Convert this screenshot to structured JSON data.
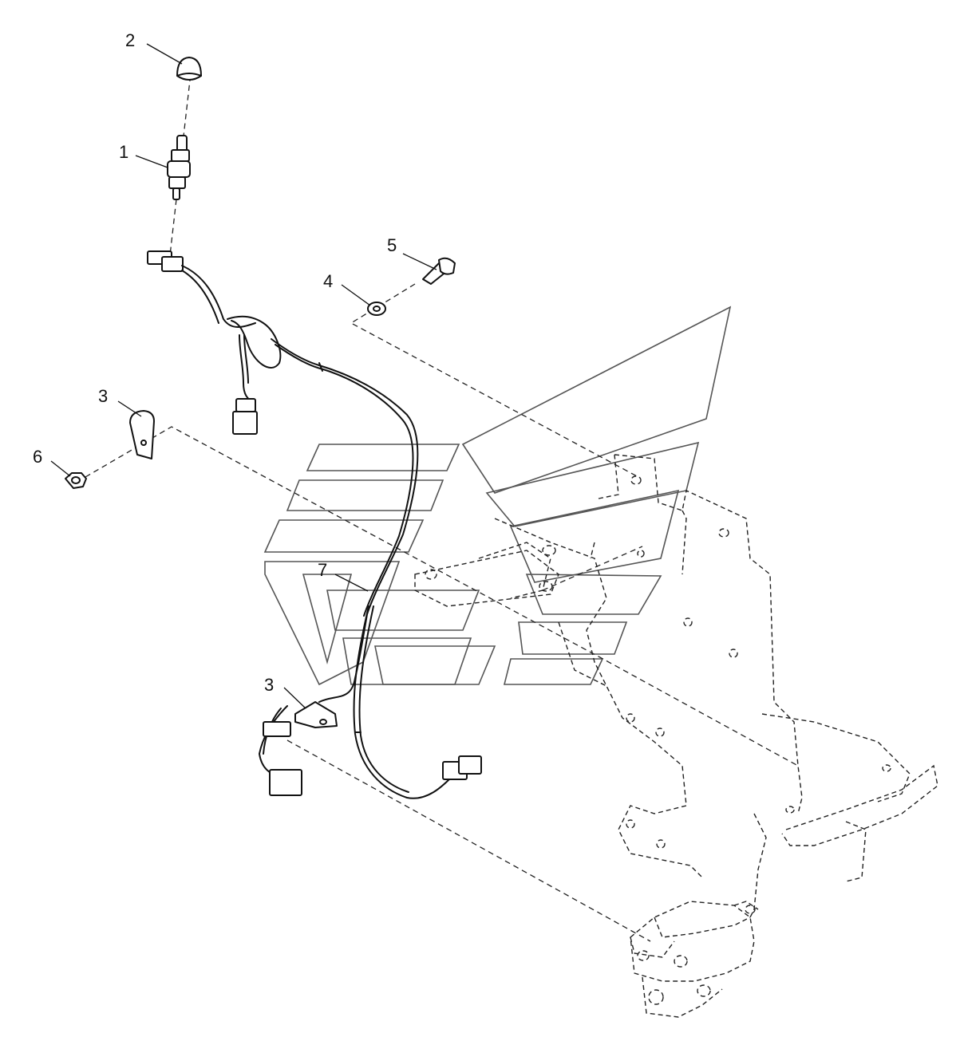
{
  "diagram": {
    "callouts": [
      {
        "id": "c2",
        "label": "2"
      },
      {
        "id": "c1",
        "label": "1"
      },
      {
        "id": "c5",
        "label": "5"
      },
      {
        "id": "c4",
        "label": "4"
      },
      {
        "id": "c3a",
        "label": "3"
      },
      {
        "id": "c6",
        "label": "6"
      },
      {
        "id": "c7",
        "label": "7"
      },
      {
        "id": "c3b",
        "label": "3"
      }
    ]
  }
}
